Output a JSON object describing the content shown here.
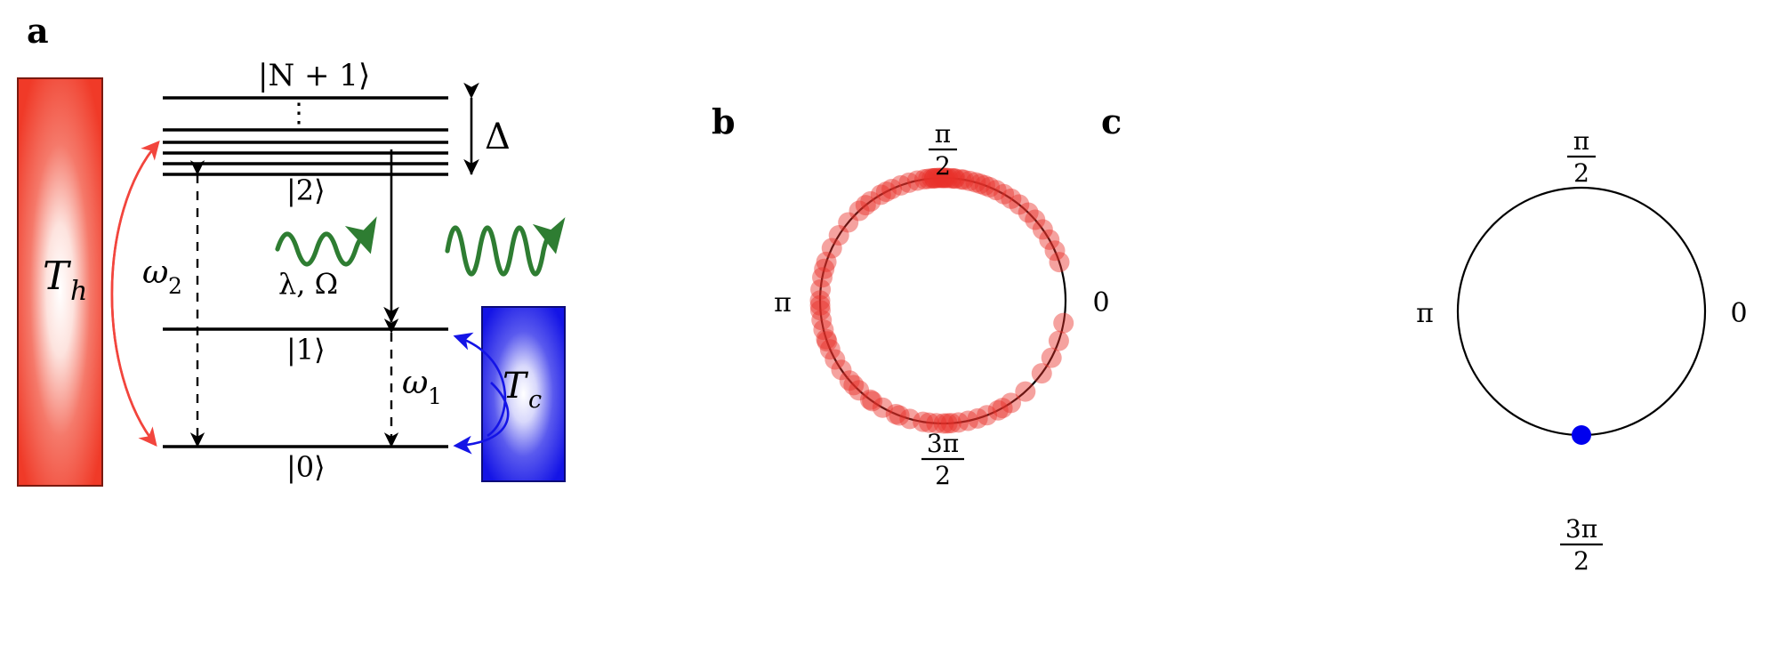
{
  "figure": {
    "panels": [
      {
        "id": "a",
        "label": "a"
      },
      {
        "id": "b",
        "label": "b"
      },
      {
        "id": "c",
        "label": "c"
      }
    ]
  },
  "panel_a": {
    "hot_bath_label": "T",
    "hot_bath_sub": "h",
    "hot_bath_color": "#f03a28",
    "cold_bath_label": "T",
    "cold_bath_sub": "c",
    "cold_bath_color": "#1414e6",
    "levels": {
      "top_label": "|N + 1⟩",
      "manifold_dots": "⋮",
      "manifold_bottom_label": "|2⟩",
      "level1_label": "|1⟩",
      "level0_label": "|0⟩"
    },
    "detuning_label": "Δ",
    "omega2_label": "ω",
    "omega2_sub": "2",
    "omega1_label": "ω",
    "omega1_sub": "1",
    "coupling_label": "λ, Ω",
    "wave_color": "#2e7d32",
    "hot_arrow_color": "#f2453d",
    "cold_arrow_color": "#1414e6"
  },
  "panel_b": {
    "axis_labels": {
      "right": "0",
      "top_num": "π",
      "top_den": "2",
      "left": "π",
      "bottom_num": "3π",
      "bottom_den": "2"
    },
    "dot_color": "#e8302a",
    "circle_stroke": "#000000"
  },
  "panel_c": {
    "axis_labels": {
      "right": "0",
      "top_num": "π",
      "top_den": "2",
      "left": "π",
      "bottom_num": "3π",
      "bottom_den": "2"
    },
    "dot_color": "#0000ee",
    "circle_stroke": "#000000"
  },
  "chart_data": [
    {
      "type": "scatter",
      "panel": "b",
      "coordinate_system": "polar-phase-circle",
      "title": "b",
      "radius_unit": 1.0,
      "angle_unit": "radians",
      "tick_labels": [
        "0",
        "π/2",
        "π",
        "3π/2"
      ],
      "tick_angles": [
        0,
        1.5708,
        3.1416,
        4.7124
      ],
      "marker_opacity": 0.45,
      "marker_color": "#e8302a",
      "description": "Scattered phase points distributed around the unit circle with a dense cluster near π/2",
      "phases": [
        1.42,
        1.47,
        1.5,
        1.53,
        1.55,
        1.57,
        1.58,
        1.6,
        1.62,
        1.64,
        1.66,
        1.69,
        1.72,
        1.35,
        1.3,
        1.26,
        1.22,
        1.18,
        1.12,
        1.05,
        0.98,
        0.9,
        1.78,
        1.85,
        1.92,
        2.0,
        2.1,
        2.2,
        2.32,
        2.45,
        2.58,
        2.7,
        2.82,
        2.95,
        3.05,
        3.14,
        3.22,
        3.3,
        3.38,
        3.46,
        3.55,
        3.64,
        3.74,
        3.85,
        3.96,
        4.08,
        4.2,
        4.32,
        4.44,
        4.55,
        4.66,
        4.75,
        4.84,
        4.92,
        5.0,
        5.08,
        5.18,
        5.3,
        5.45,
        0.8,
        0.72,
        0.62,
        0.52,
        0.42,
        0.32,
        6.1,
        5.95,
        5.8,
        5.65,
        3.9,
        4.1,
        4.35,
        4.6,
        2.05,
        2.25,
        1.4,
        1.48,
        1.56,
        1.64,
        4.72,
        4.78,
        5.22,
        3.48,
        3.18,
        2.88
      ],
      "radii": [
        1.0,
        1.0,
        1.0,
        1.0,
        1.0,
        1.0,
        1.0,
        1.0,
        1.0,
        1.0,
        1.0,
        1.0,
        1.0,
        1.0,
        1.0,
        1.0,
        1.0,
        1.0,
        1.0,
        1.0,
        1.0,
        1.0,
        1.0,
        1.0,
        1.0,
        1.0,
        1.0,
        1.0,
        1.0,
        1.0,
        1.0,
        1.0,
        1.0,
        1.0,
        1.0,
        1.0,
        1.0,
        1.0,
        1.0,
        1.0,
        1.0,
        1.0,
        1.0,
        1.0,
        1.0,
        1.0,
        1.0,
        1.0,
        1.0,
        1.0,
        1.0,
        1.0,
        1.0,
        1.0,
        1.0,
        1.0,
        1.0,
        1.0,
        1.0,
        1.0,
        1.0,
        1.0,
        1.0,
        1.0,
        1.0,
        1.0,
        1.0,
        1.0,
        1.0,
        1.0,
        1.0,
        1.0,
        1.0,
        1.0,
        1.0,
        1.0,
        1.0,
        1.0,
        1.0,
        1.0,
        1.0,
        1.0,
        1.0,
        1.0,
        1.0
      ]
    },
    {
      "type": "scatter",
      "panel": "c",
      "coordinate_system": "polar-phase-circle",
      "title": "c",
      "radius_unit": 1.0,
      "angle_unit": "radians",
      "tick_labels": [
        "0",
        "π/2",
        "π",
        "3π/2"
      ],
      "tick_angles": [
        0,
        1.5708,
        3.1416,
        4.7124
      ],
      "marker_opacity": 1.0,
      "marker_color": "#0000ee",
      "description": "Single localized phase point at 3π/2",
      "phases": [
        4.7124
      ],
      "radii": [
        1.0
      ]
    }
  ]
}
